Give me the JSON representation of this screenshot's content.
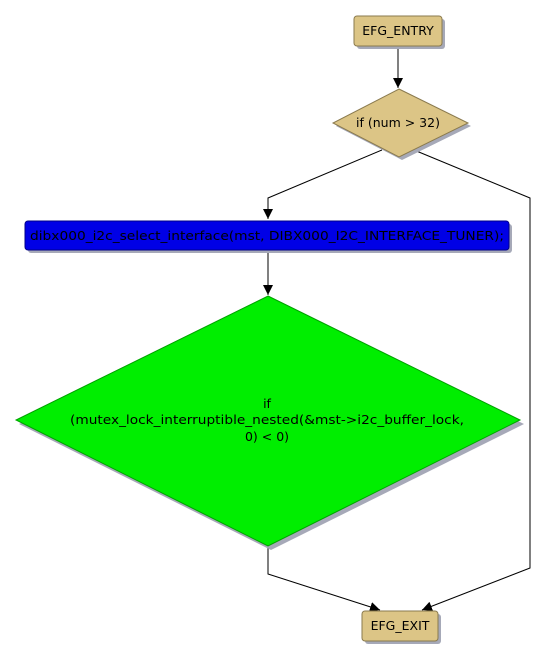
{
  "nodes": {
    "entry": {
      "label": "EFG_ENTRY",
      "fill": "#dcc586"
    },
    "cond1": {
      "label": "if (num > 32)",
      "fill": "#dcc586"
    },
    "select_iface": {
      "label": "dibx000_i2c_select_interface(mst, DIBX000_I2C_INTERFACE_TUNER);",
      "fill": "#0000e6",
      "text_color": "#ffffff"
    },
    "cond2": {
      "lines": [
        "if",
        "(mutex_lock_interruptible_nested(&mst->i2c_buffer_lock,",
        "0) < 0)"
      ],
      "fill": "#00ee00"
    },
    "exit": {
      "label": "EFG_EXIT",
      "fill": "#dcc586"
    }
  },
  "colors": {
    "shadow": "#a6a9b8",
    "edge": "#000000",
    "node_border": "#8a7a4e"
  },
  "edges": [
    {
      "from": "entry",
      "to": "cond1"
    },
    {
      "from": "cond1",
      "to": "select_iface"
    },
    {
      "from": "cond1",
      "to": "exit"
    },
    {
      "from": "select_iface",
      "to": "cond2"
    },
    {
      "from": "cond2",
      "to": "exit"
    }
  ]
}
